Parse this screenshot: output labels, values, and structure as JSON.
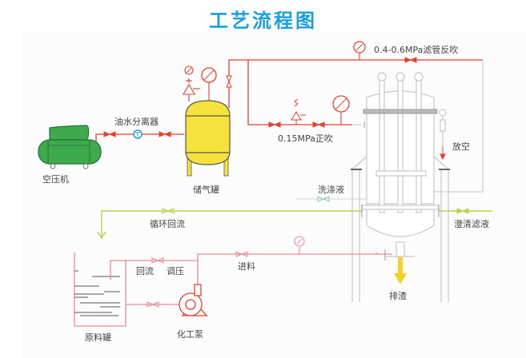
{
  "title": "工艺流程图",
  "colors": {
    "title": "#1a9ee0",
    "air_pipe": "#e8402e",
    "feed_pipe": "#e88a9a",
    "circulation_pipe": "#b8d44a",
    "equipment_green": "#3daa4e",
    "equipment_yellow": "#f5e33b",
    "filter_outline": "#c8c8c8",
    "discharge_arrow": "#f5d22b"
  },
  "equipment": {
    "air_compressor": "空压机",
    "oil_water_separator": "油水分离器",
    "air_tank": "储气罐",
    "raw_material_tank": "原料罐",
    "chemical_pump": "化工泵"
  },
  "lines": {
    "backflush": "0.4-0.6MPa滤管反吹",
    "forward_blow": "0.15MPa正吹",
    "vent": "放空",
    "wash_liquid": "洗涤液",
    "circulation_return": "循环回流",
    "clarified_filtrate": "澄清滤液",
    "return_flow": "回流",
    "pressure_adjust": "调压",
    "feed": "进料",
    "slag_discharge": "排渣"
  }
}
